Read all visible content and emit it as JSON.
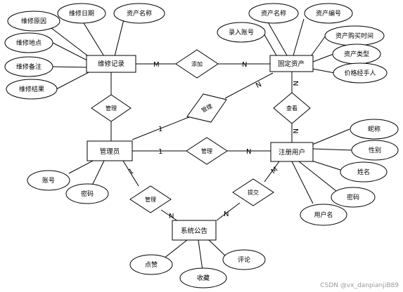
{
  "entities": {
    "maintenance_record": "维修记录",
    "fixed_asset": "固定资产",
    "admin": "管理员",
    "registered_user": "注册用户",
    "system_notice": "系统公告"
  },
  "attributes": {
    "maintenance_record": [
      "维修原因",
      "维修日期",
      "资产名称",
      "维修地点",
      "维修备注",
      "维修结果"
    ],
    "fixed_asset": [
      "资产名称",
      "资产编号",
      "录入账号",
      "资产购买时间",
      "资产类型",
      "价格经手人"
    ],
    "admin": [
      "账号",
      "密码"
    ],
    "registered_user": [
      "昵称",
      "性别",
      "姓名",
      "密码",
      "用户名"
    ],
    "system_notice": [
      "点赞",
      "收藏",
      "评论"
    ]
  },
  "relationships": {
    "add": "添加",
    "manage_record": "管理",
    "manage_asset": "管理",
    "view": "查看",
    "manage_user": "管理",
    "manage_notice": "管理",
    "submit": "提交"
  },
  "cardinalities": {
    "record_add": "M",
    "add_asset": "N",
    "admin_asset_one": "1",
    "asset_manage_n": "N",
    "asset_view_n": "N",
    "view_user_n": "N",
    "admin_user_one": "1",
    "user_manage_n": "N",
    "admin_notice_one": "1",
    "notice_manage_n": "N",
    "user_submit_m": "M",
    "submit_notice_n": "N"
  },
  "watermark": "CSDN @vx_danpianjiB89"
}
